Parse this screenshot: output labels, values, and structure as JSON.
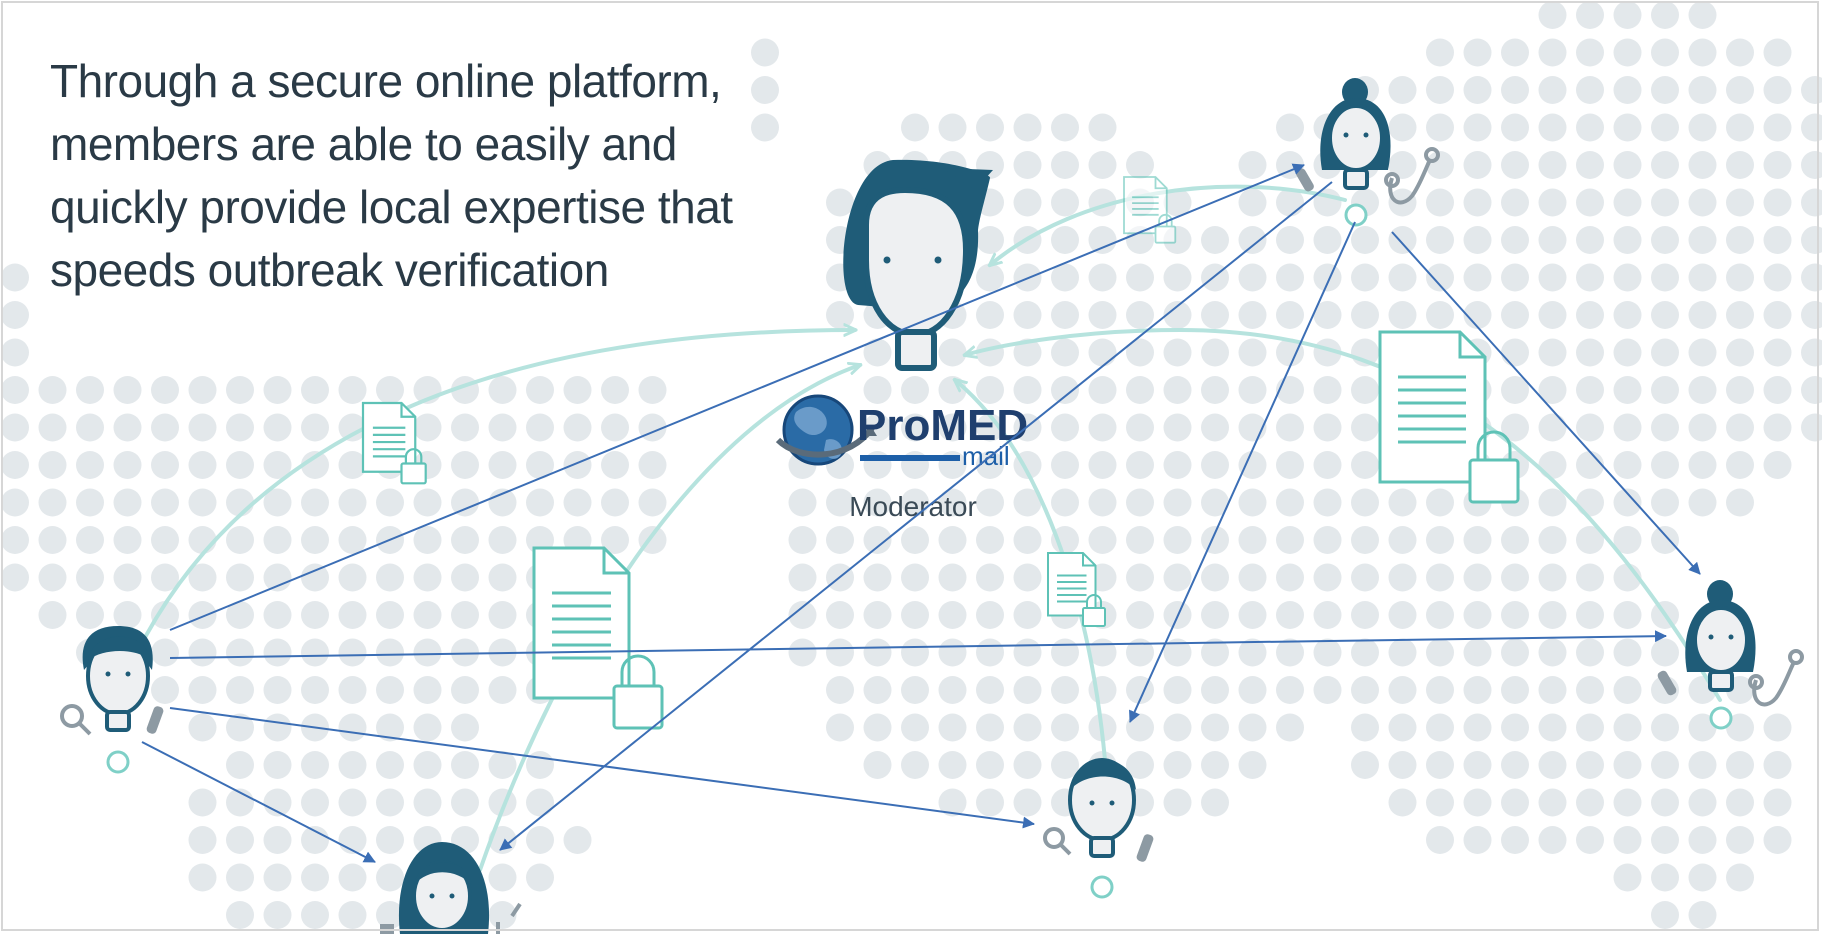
{
  "headline": "Through a secure online platform, members are able to easily and quickly provide local expertise that speeds outbreak verification",
  "logo": {
    "brand": "ProMED",
    "suffix": "mail",
    "role": "Moderator"
  },
  "colors": {
    "background": "#ffffff",
    "dot_grid": "#e3e8eb",
    "avatar_hair": "#1f5c78",
    "avatar_face": "#eef0f2",
    "teal_line": "#9fd8d2",
    "document": "#5ec2b6",
    "arrow": "#3b6eb5",
    "text": "#2a3a46",
    "logo_blue": "#1d5fa8"
  },
  "icons": [
    "moderator-avatar",
    "member-avatar",
    "document-lock-icon",
    "stethoscope-icon",
    "test-tube-icon",
    "magnifier-icon",
    "globe-icon"
  ]
}
